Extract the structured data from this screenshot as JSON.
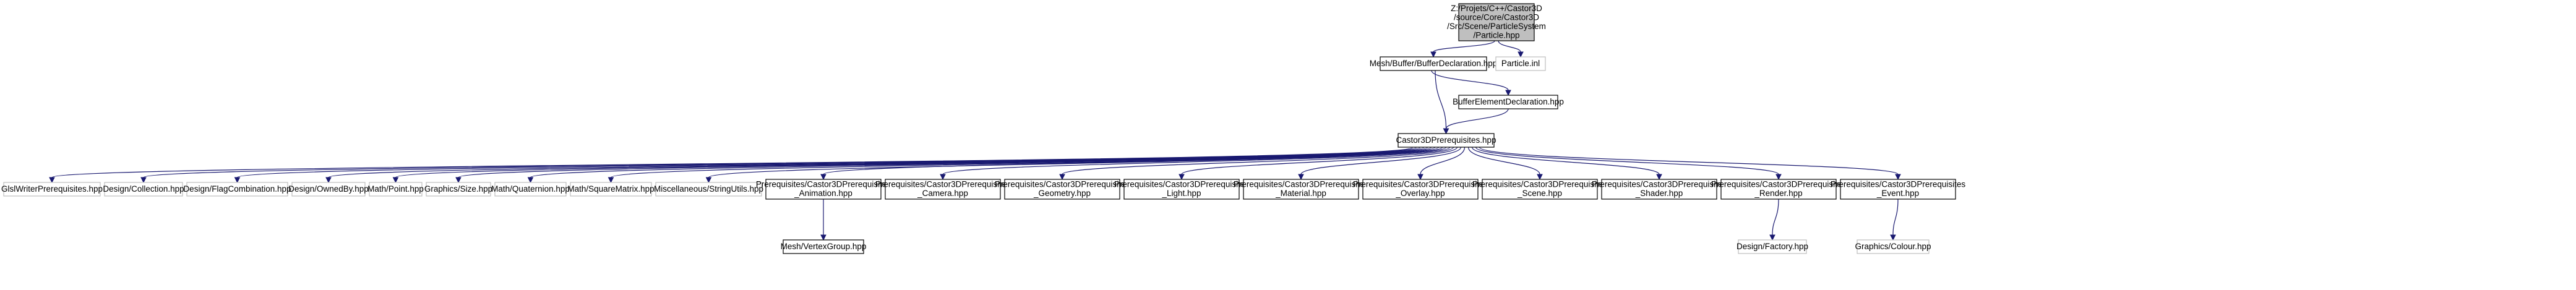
{
  "diagram": {
    "type": "include-dependency-graph",
    "colors": {
      "root_fill": "#bfbfbf",
      "root_stroke": "#000000",
      "node_stroke": "#000000",
      "external_stroke": "#bfbfbf",
      "edge": "#191970",
      "background": "#ffffff"
    },
    "nodes": [
      {
        "id": "particle",
        "lines": [
          "Z:/Projets/C++/Castor3D",
          "/source/Core/Castor3D",
          "/Src/Scene/ParticleSystem",
          "/Particle.hpp"
        ],
        "kind": "root"
      },
      {
        "id": "buffer_decl",
        "lines": [
          "Mesh/Buffer/BufferDeclaration.hpp"
        ],
        "kind": "normal"
      },
      {
        "id": "particle_inl",
        "lines": [
          "Particle.inl"
        ],
        "kind": "external"
      },
      {
        "id": "buffer_elem",
        "lines": [
          "BufferElementDeclaration.hpp"
        ],
        "kind": "normal"
      },
      {
        "id": "castor_prereq",
        "lines": [
          "Castor3DPrerequisites.hpp"
        ],
        "kind": "normal"
      },
      {
        "id": "glsl",
        "lines": [
          "GlslWriterPrerequisites.hpp"
        ],
        "kind": "external"
      },
      {
        "id": "collection",
        "lines": [
          "Design/Collection.hpp"
        ],
        "kind": "external"
      },
      {
        "id": "flagcomb",
        "lines": [
          "Design/FlagCombination.hpp"
        ],
        "kind": "external"
      },
      {
        "id": "ownedby",
        "lines": [
          "Design/OwnedBy.hpp"
        ],
        "kind": "external"
      },
      {
        "id": "point",
        "lines": [
          "Math/Point.hpp"
        ],
        "kind": "external"
      },
      {
        "id": "size",
        "lines": [
          "Graphics/Size.hpp"
        ],
        "kind": "external"
      },
      {
        "id": "quaternion",
        "lines": [
          "Math/Quaternion.hpp"
        ],
        "kind": "external"
      },
      {
        "id": "squarematrix",
        "lines": [
          "Math/SquareMatrix.hpp"
        ],
        "kind": "external"
      },
      {
        "id": "stringutils",
        "lines": [
          "Miscellaneous/StringUtils.hpp"
        ],
        "kind": "external"
      },
      {
        "id": "pre_anim",
        "lines": [
          "Prerequisites/Castor3DPrerequisites",
          "_Animation.hpp"
        ],
        "kind": "normal"
      },
      {
        "id": "pre_cam",
        "lines": [
          "Prerequisites/Castor3DPrerequisites",
          "_Camera.hpp"
        ],
        "kind": "normal"
      },
      {
        "id": "pre_geo",
        "lines": [
          "Prerequisites/Castor3DPrerequisites",
          "_Geometry.hpp"
        ],
        "kind": "normal"
      },
      {
        "id": "pre_light",
        "lines": [
          "Prerequisites/Castor3DPrerequisites",
          "_Light.hpp"
        ],
        "kind": "normal"
      },
      {
        "id": "pre_mat",
        "lines": [
          "Prerequisites/Castor3DPrerequisites",
          "_Material.hpp"
        ],
        "kind": "normal"
      },
      {
        "id": "pre_ovl",
        "lines": [
          "Prerequisites/Castor3DPrerequisites",
          "_Overlay.hpp"
        ],
        "kind": "normal"
      },
      {
        "id": "pre_scene",
        "lines": [
          "Prerequisites/Castor3DPrerequisites",
          "_Scene.hpp"
        ],
        "kind": "normal"
      },
      {
        "id": "pre_shader",
        "lines": [
          "Prerequisites/Castor3DPrerequisites",
          "_Shader.hpp"
        ],
        "kind": "normal"
      },
      {
        "id": "pre_render",
        "lines": [
          "Prerequisites/Castor3DPrerequisites",
          "_Render.hpp"
        ],
        "kind": "normal"
      },
      {
        "id": "pre_event",
        "lines": [
          "Prerequisites/Castor3DPrerequisites",
          "_Event.hpp"
        ],
        "kind": "normal"
      },
      {
        "id": "vertexgroup",
        "lines": [
          "Mesh/VertexGroup.hpp"
        ],
        "kind": "normal"
      },
      {
        "id": "factory",
        "lines": [
          "Design/Factory.hpp"
        ],
        "kind": "external"
      },
      {
        "id": "colour",
        "lines": [
          "Graphics/Colour.hpp"
        ],
        "kind": "external"
      }
    ],
    "edges": [
      {
        "from": "particle",
        "to": "buffer_decl"
      },
      {
        "from": "particle",
        "to": "particle_inl"
      },
      {
        "from": "buffer_decl",
        "to": "buffer_elem"
      },
      {
        "from": "buffer_decl",
        "to": "castor_prereq"
      },
      {
        "from": "buffer_elem",
        "to": "castor_prereq"
      },
      {
        "from": "castor_prereq",
        "to": "glsl"
      },
      {
        "from": "castor_prereq",
        "to": "collection"
      },
      {
        "from": "castor_prereq",
        "to": "flagcomb"
      },
      {
        "from": "castor_prereq",
        "to": "ownedby"
      },
      {
        "from": "castor_prereq",
        "to": "point"
      },
      {
        "from": "castor_prereq",
        "to": "size"
      },
      {
        "from": "castor_prereq",
        "to": "quaternion"
      },
      {
        "from": "castor_prereq",
        "to": "squarematrix"
      },
      {
        "from": "castor_prereq",
        "to": "stringutils"
      },
      {
        "from": "castor_prereq",
        "to": "pre_anim"
      },
      {
        "from": "castor_prereq",
        "to": "pre_cam"
      },
      {
        "from": "castor_prereq",
        "to": "pre_geo"
      },
      {
        "from": "castor_prereq",
        "to": "pre_light"
      },
      {
        "from": "castor_prereq",
        "to": "pre_mat"
      },
      {
        "from": "castor_prereq",
        "to": "pre_ovl"
      },
      {
        "from": "castor_prereq",
        "to": "pre_scene"
      },
      {
        "from": "castor_prereq",
        "to": "pre_shader"
      },
      {
        "from": "castor_prereq",
        "to": "pre_render"
      },
      {
        "from": "castor_prereq",
        "to": "pre_event"
      },
      {
        "from": "pre_anim",
        "to": "vertexgroup"
      },
      {
        "from": "pre_render",
        "to": "factory"
      },
      {
        "from": "pre_event",
        "to": "colour"
      }
    ]
  }
}
